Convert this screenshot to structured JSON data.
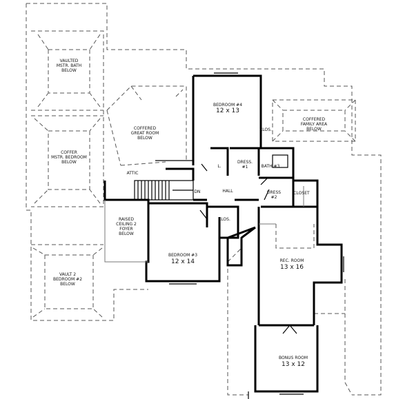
{
  "labels": {
    "vaulted_mstr_bath": [
      "VAULTED",
      "MSTR. BATH",
      "BELOW"
    ],
    "coffer_mstr_bedroom": [
      "COFFER",
      "MSTR. BEDROOM",
      "BELOW"
    ],
    "vault_bedroom2": [
      "VAULT 2",
      "BEDROOM #2",
      "BELOW"
    ],
    "coffered_great_room": [
      "COFFERED",
      "GREAT ROOM",
      "BELOW"
    ],
    "attic": "ATTIC",
    "raised_ceiling_foyer": [
      "RAISED",
      "CEILING 2",
      "FOYER",
      "BELOW"
    ],
    "bedroom4": {
      "name": "BEDROOM #4",
      "size": "12 x 13"
    },
    "bedroom3": {
      "name": "BEDROOM #3",
      "size": "12 x 14"
    },
    "rec_room": {
      "name": "REC. ROOM",
      "size": "13 x 16"
    },
    "bonus_room": {
      "name": "BONUS ROOM",
      "size": "13 x 12"
    },
    "coffered_family_area": [
      "COFFERED",
      "FAMILY AREA",
      "BELOW"
    ],
    "clos_upper": "CLOS.",
    "clos_lower": "CLOS.",
    "closet": "CLOSET",
    "linen": "L.",
    "dress1": [
      "DRESS.",
      "#1"
    ],
    "dress2": [
      "DRESS",
      "#2"
    ],
    "bath3": "BATH #3",
    "hall": "HALL",
    "dn": "DN"
  }
}
